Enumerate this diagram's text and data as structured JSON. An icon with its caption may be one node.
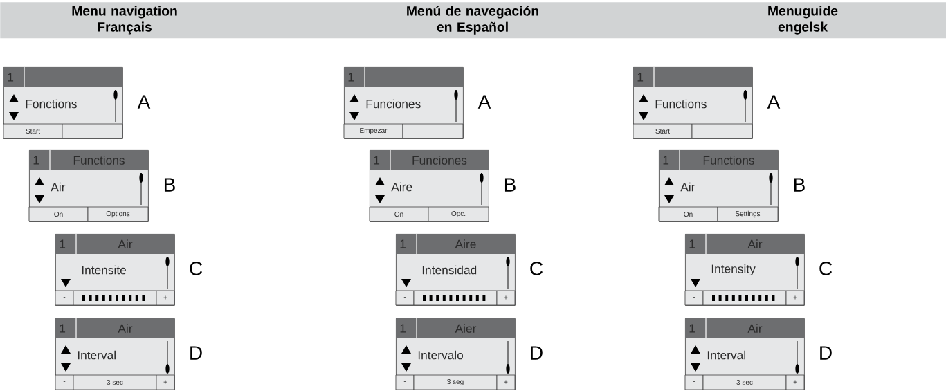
{
  "diagram": {
    "nodes": [
      {
        "text": [
          "Menu navigation Français",
          "Menú de navegación en Español",
          "Menuguide engelsk"
        ]
      },
      {
        "text": [
          "1",
          "Fonctions",
          "Start"
        ],
        "beside": [
          "A"
        ]
      },
      {
        "text": [
          "1",
          "Functions",
          "Air",
          "On",
          "Options"
        ],
        "beside": [
          "B"
        ]
      },
      {
        "text": [
          "1",
          "Air",
          "Intensite",
          "-",
          "+"
        ],
        "beside": [
          "C"
        ]
      },
      {
        "text": [
          "1",
          "Air",
          "Interval",
          "-",
          "3 sec",
          "+"
        ],
        "beside": [
          "D"
        ]
      },
      {
        "text": [
          "1",
          "Funciones",
          "Empezar"
        ],
        "beside": [
          "A"
        ]
      },
      {
        "text": [
          "1",
          "Funciones",
          "Aire",
          "On",
          "Opc."
        ],
        "beside": [
          "B"
        ]
      },
      {
        "text": [
          "1",
          "Aire",
          "Intensidad",
          "-",
          "+"
        ],
        "beside": [
          "C"
        ]
      },
      {
        "text": [
          "1",
          "Aier",
          "Intervalo",
          "-",
          "3 seg",
          "+"
        ],
        "beside": [
          "D"
        ]
      },
      {
        "text": [
          "1",
          "Functions",
          "Start"
        ],
        "beside": [
          "A"
        ]
      },
      {
        "text": [
          "1",
          "Functions",
          "Air",
          "On",
          "Settings"
        ],
        "beside": [
          "B"
        ]
      },
      {
        "text": [
          "1",
          "Air",
          "Intensity",
          "-",
          "+"
        ],
        "beside": [
          "C"
        ]
      },
      {
        "text": [
          "1",
          "Air",
          "Interval",
          "-",
          "3 sec",
          "+"
        ],
        "beside": [
          "D"
        ]
      }
    ]
  }
}
